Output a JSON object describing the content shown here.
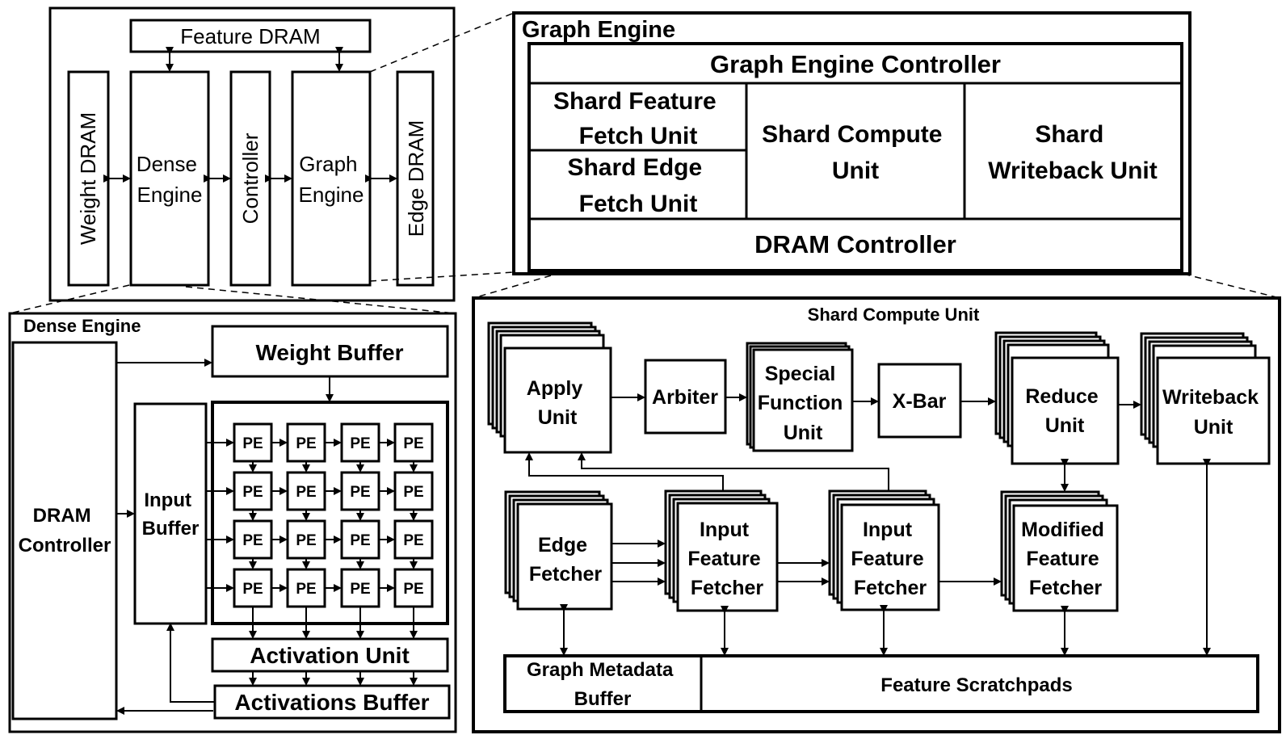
{
  "overview": {
    "feature_dram": "Feature DRAM",
    "weight_dram": "Weight DRAM",
    "dense_engine": [
      "Dense",
      "Engine"
    ],
    "controller": "Controller",
    "graph_engine": [
      "Graph",
      "Engine"
    ],
    "edge_dram": "Edge DRAM"
  },
  "graph_engine": {
    "title": "Graph Engine",
    "controller": "Graph Engine Controller",
    "shard_feature_fetch": [
      "Shard Feature",
      "Fetch Unit"
    ],
    "shard_edge_fetch": [
      "Shard Edge",
      "Fetch Unit"
    ],
    "shard_compute": [
      "Shard Compute",
      "Unit"
    ],
    "shard_writeback": [
      "Shard",
      "Writeback Unit"
    ],
    "dram_controller": "DRAM Controller"
  },
  "dense_engine": {
    "title": "Dense Engine",
    "dram_controller": [
      "DRAM",
      "Controller"
    ],
    "weight_buffer": "Weight Buffer",
    "input_buffer": [
      "Input",
      "Buffer"
    ],
    "pe": "PE",
    "activation_unit": "Activation Unit",
    "activations_buffer": "Activations Buffer"
  },
  "shard_compute_unit": {
    "title": "Shard Compute Unit",
    "apply_unit": [
      "Apply",
      "Unit"
    ],
    "arbiter": "Arbiter",
    "special_function_unit": [
      "Special",
      "Function",
      "Unit"
    ],
    "xbar": "X-Bar",
    "reduce_unit": [
      "Reduce",
      "Unit"
    ],
    "writeback_unit": [
      "Writeback",
      "Unit"
    ],
    "edge_fetcher": [
      "Edge",
      "Fetcher"
    ],
    "input_feature_fetcher_1": [
      "Input",
      "Feature",
      "Fetcher"
    ],
    "input_feature_fetcher_2": [
      "Input",
      "Feature",
      "Fetcher"
    ],
    "modified_feature_fetcher": [
      "Modified",
      "Feature",
      "Fetcher"
    ],
    "graph_metadata_buffer": [
      "Graph Metadata",
      "Buffer"
    ],
    "feature_scratchpads": "Feature Scratchpads"
  }
}
